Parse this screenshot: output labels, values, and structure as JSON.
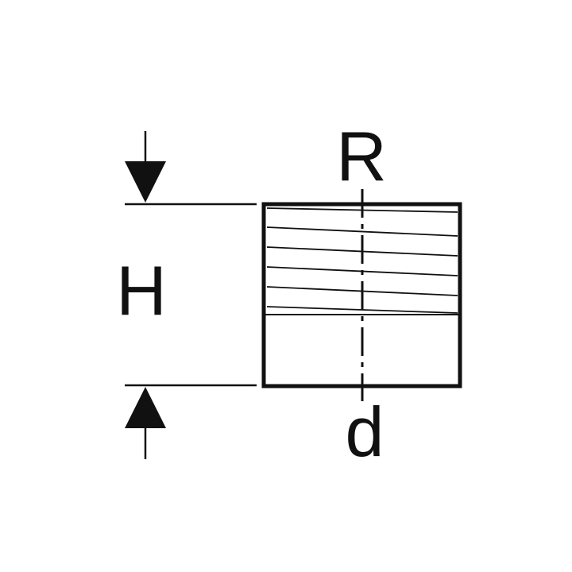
{
  "labels": {
    "height": "H",
    "thread": "R",
    "diameter": "d"
  },
  "colors": {
    "ink": "#111111",
    "background": "#ffffff"
  }
}
